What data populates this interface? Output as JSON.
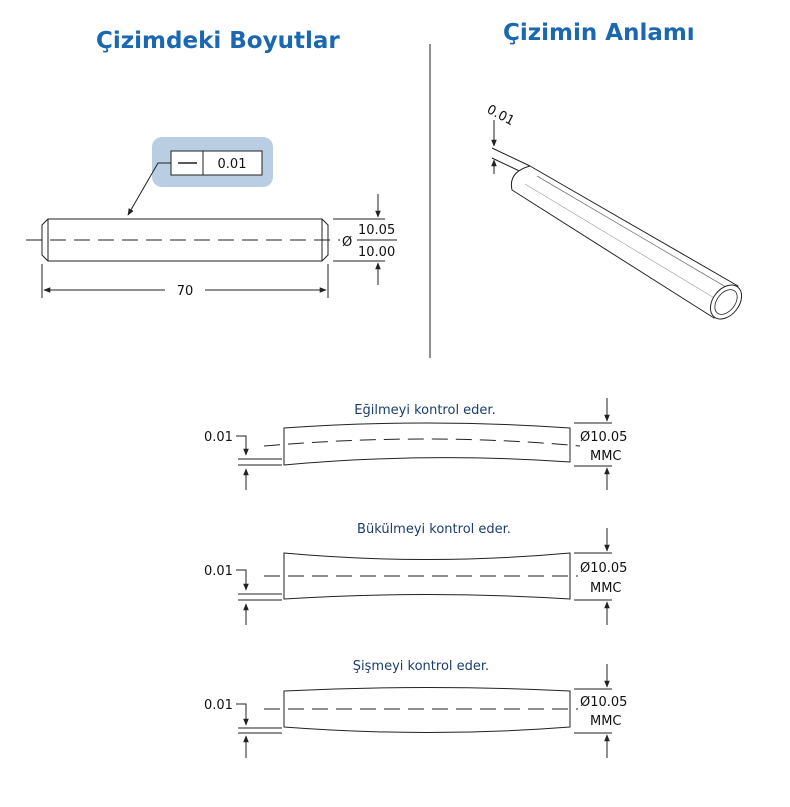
{
  "titles": {
    "left": "Çizimdeki Boyutlar",
    "right": "Çizimin Anlamı"
  },
  "drawing": {
    "tolerance_value": "0.01",
    "length": "70",
    "diameter_symbol": "Ø",
    "diameter_max": "10.05",
    "diameter_min": "10.00"
  },
  "meaning": {
    "tolerance_zone": "0.01"
  },
  "cases": [
    {
      "caption": "Eğilmeyi kontrol eder.",
      "tolerance": "0.01",
      "size": "Ø10.05",
      "condition": "MMC"
    },
    {
      "caption": "Bükülmeyi kontrol eder.",
      "tolerance": "0.01",
      "size": "Ø10.05",
      "condition": "MMC"
    },
    {
      "caption": "Şişmeyi kontrol eder.",
      "tolerance": "0.01",
      "size": "Ø10.05",
      "condition": "MMC"
    }
  ],
  "colors": {
    "heading": "#1a67b2",
    "frame_highlight": "#b9cde3",
    "line": "#222222"
  },
  "icons": {
    "straightness_symbol": "straightness-icon"
  }
}
